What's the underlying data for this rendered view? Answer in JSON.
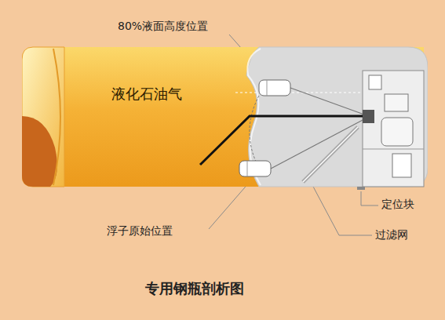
{
  "diagram": {
    "title": "专用钢瓶剖析图",
    "nodes": [
      {
        "text": [
          "液化石油气"
        ]
      }
    ],
    "labels": [
      "80%液面高度位置",
      "浮子原始位置",
      "定位块",
      "过滤网"
    ]
  }
}
